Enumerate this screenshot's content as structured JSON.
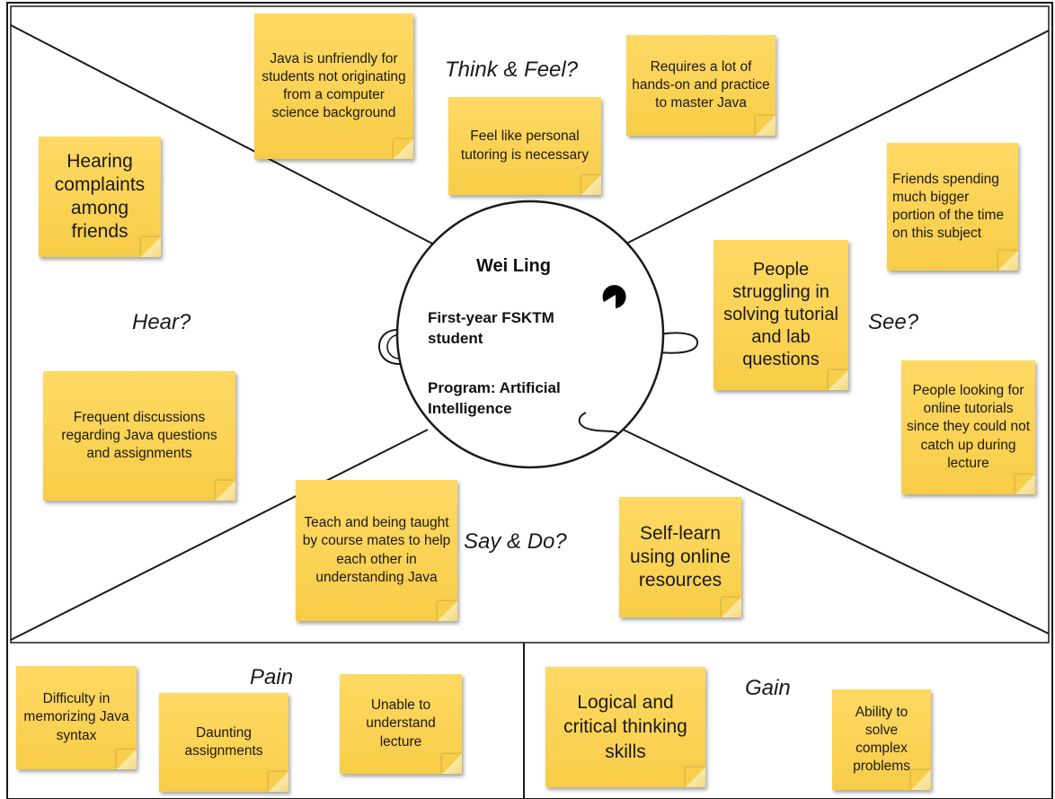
{
  "sections": {
    "think_feel": "Think & Feel?",
    "hear": "Hear?",
    "see": "See?",
    "say_do": "Say & Do?",
    "pain": "Pain",
    "gain": "Gain"
  },
  "persona": {
    "name": "Wei Ling",
    "role": "First-year FSKTM student",
    "program": "Program: Artificial Intelligence"
  },
  "notes": {
    "think_java_unfriendly": "Java is unfriendly for students not originating from a computer science background",
    "think_personal_tutoring": "Feel like personal tutoring is necessary",
    "think_hands_on": "Requires a lot of hands-on and practice to master Java",
    "hear_complaints": "Hearing complaints among friends",
    "hear_discussions": "Frequent discussions regarding Java questions and assignments",
    "see_friends_spending": "Friends spending much bigger portion of the time on this subject",
    "see_struggling": "People struggling in solving tutorial and lab questions",
    "see_online_tutorials": "People looking for online tutorials since they could not catch up during lecture",
    "say_teach": "Teach and being taught by course mates to help each other in understanding Java",
    "say_self_learn": "Self-learn using online resources",
    "pain_syntax": "Difficulty in memorizing Java syntax",
    "pain_assignments": "Daunting assignments",
    "pain_lecture": "Unable to understand lecture",
    "gain_logical": "Logical and critical thinking skills",
    "gain_complex": "Ability to solve complex problems"
  },
  "colors": {
    "sticky_note": "#f7cd48",
    "line": "#1a1a1a"
  }
}
